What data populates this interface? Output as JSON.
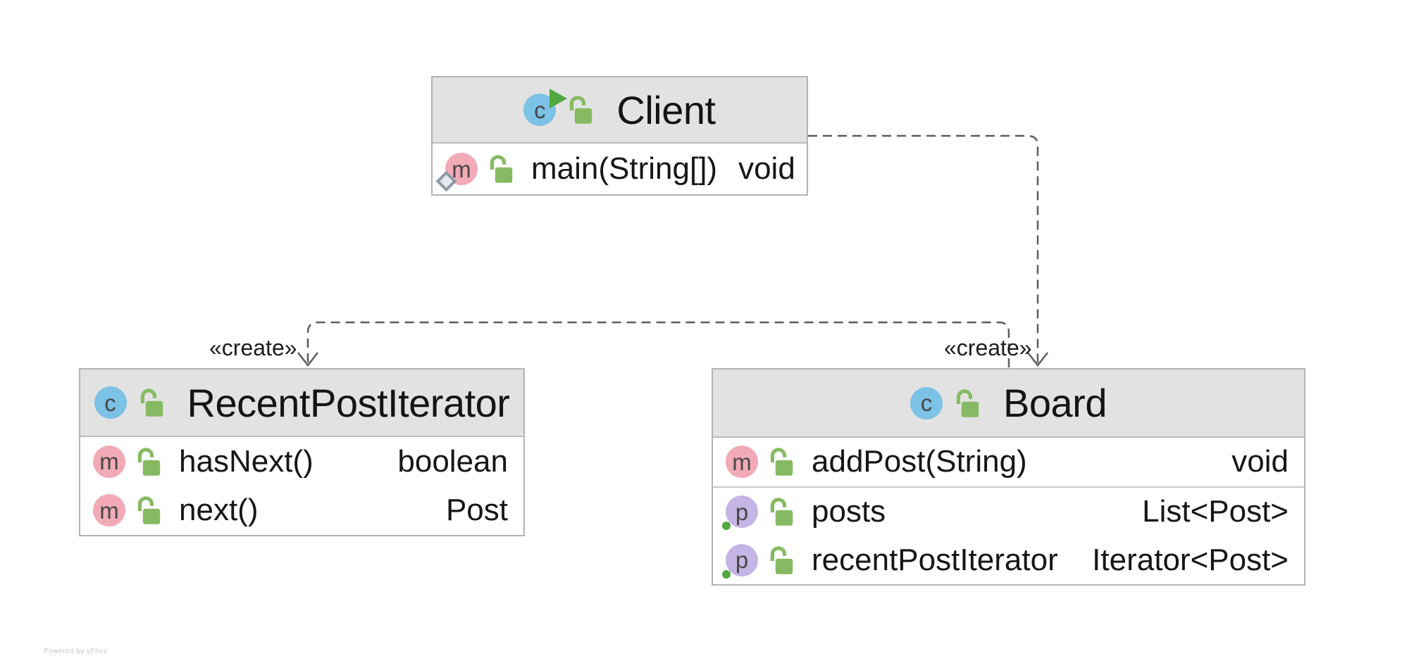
{
  "diagram": {
    "type": "uml-class-diagram",
    "watermark": "Powered by yFiles",
    "colors": {
      "header_fill": "#e2e2e2",
      "box_border": "#b3b3b3",
      "edge_stroke": "#5c5c5c",
      "class_icon_blue": "#7cc1e6",
      "method_icon_pink": "#f2aab7",
      "property_icon_purple": "#c5b5e5",
      "lock_green": "#86ba62",
      "run_green": "#51a83e"
    },
    "icon_letters": {
      "class": "c",
      "method": "m",
      "property": "p"
    },
    "classes": [
      {
        "name": "Client",
        "runnable": true,
        "members": [
          {
            "kind": "method",
            "entry_point": true,
            "name": "main(String[])",
            "type": "void"
          }
        ]
      },
      {
        "name": "RecentPostIterator",
        "members": [
          {
            "kind": "method",
            "name": "hasNext()",
            "type": "boolean"
          },
          {
            "kind": "method",
            "name": "next()",
            "type": "Post"
          }
        ]
      },
      {
        "name": "Board",
        "members": [
          {
            "kind": "method",
            "name": "addPost(String)",
            "type": "void"
          },
          {
            "kind": "property",
            "name": "posts",
            "type": "List<Post>"
          },
          {
            "kind": "property",
            "name": "recentPostIterator",
            "type": "Iterator<Post>"
          }
        ]
      }
    ],
    "edges": [
      {
        "from": "Client",
        "to": "Board",
        "style": "dashed",
        "label": "«create»"
      },
      {
        "from": "Board",
        "to": "RecentPostIterator",
        "style": "dashed",
        "label": "«create»"
      }
    ]
  }
}
